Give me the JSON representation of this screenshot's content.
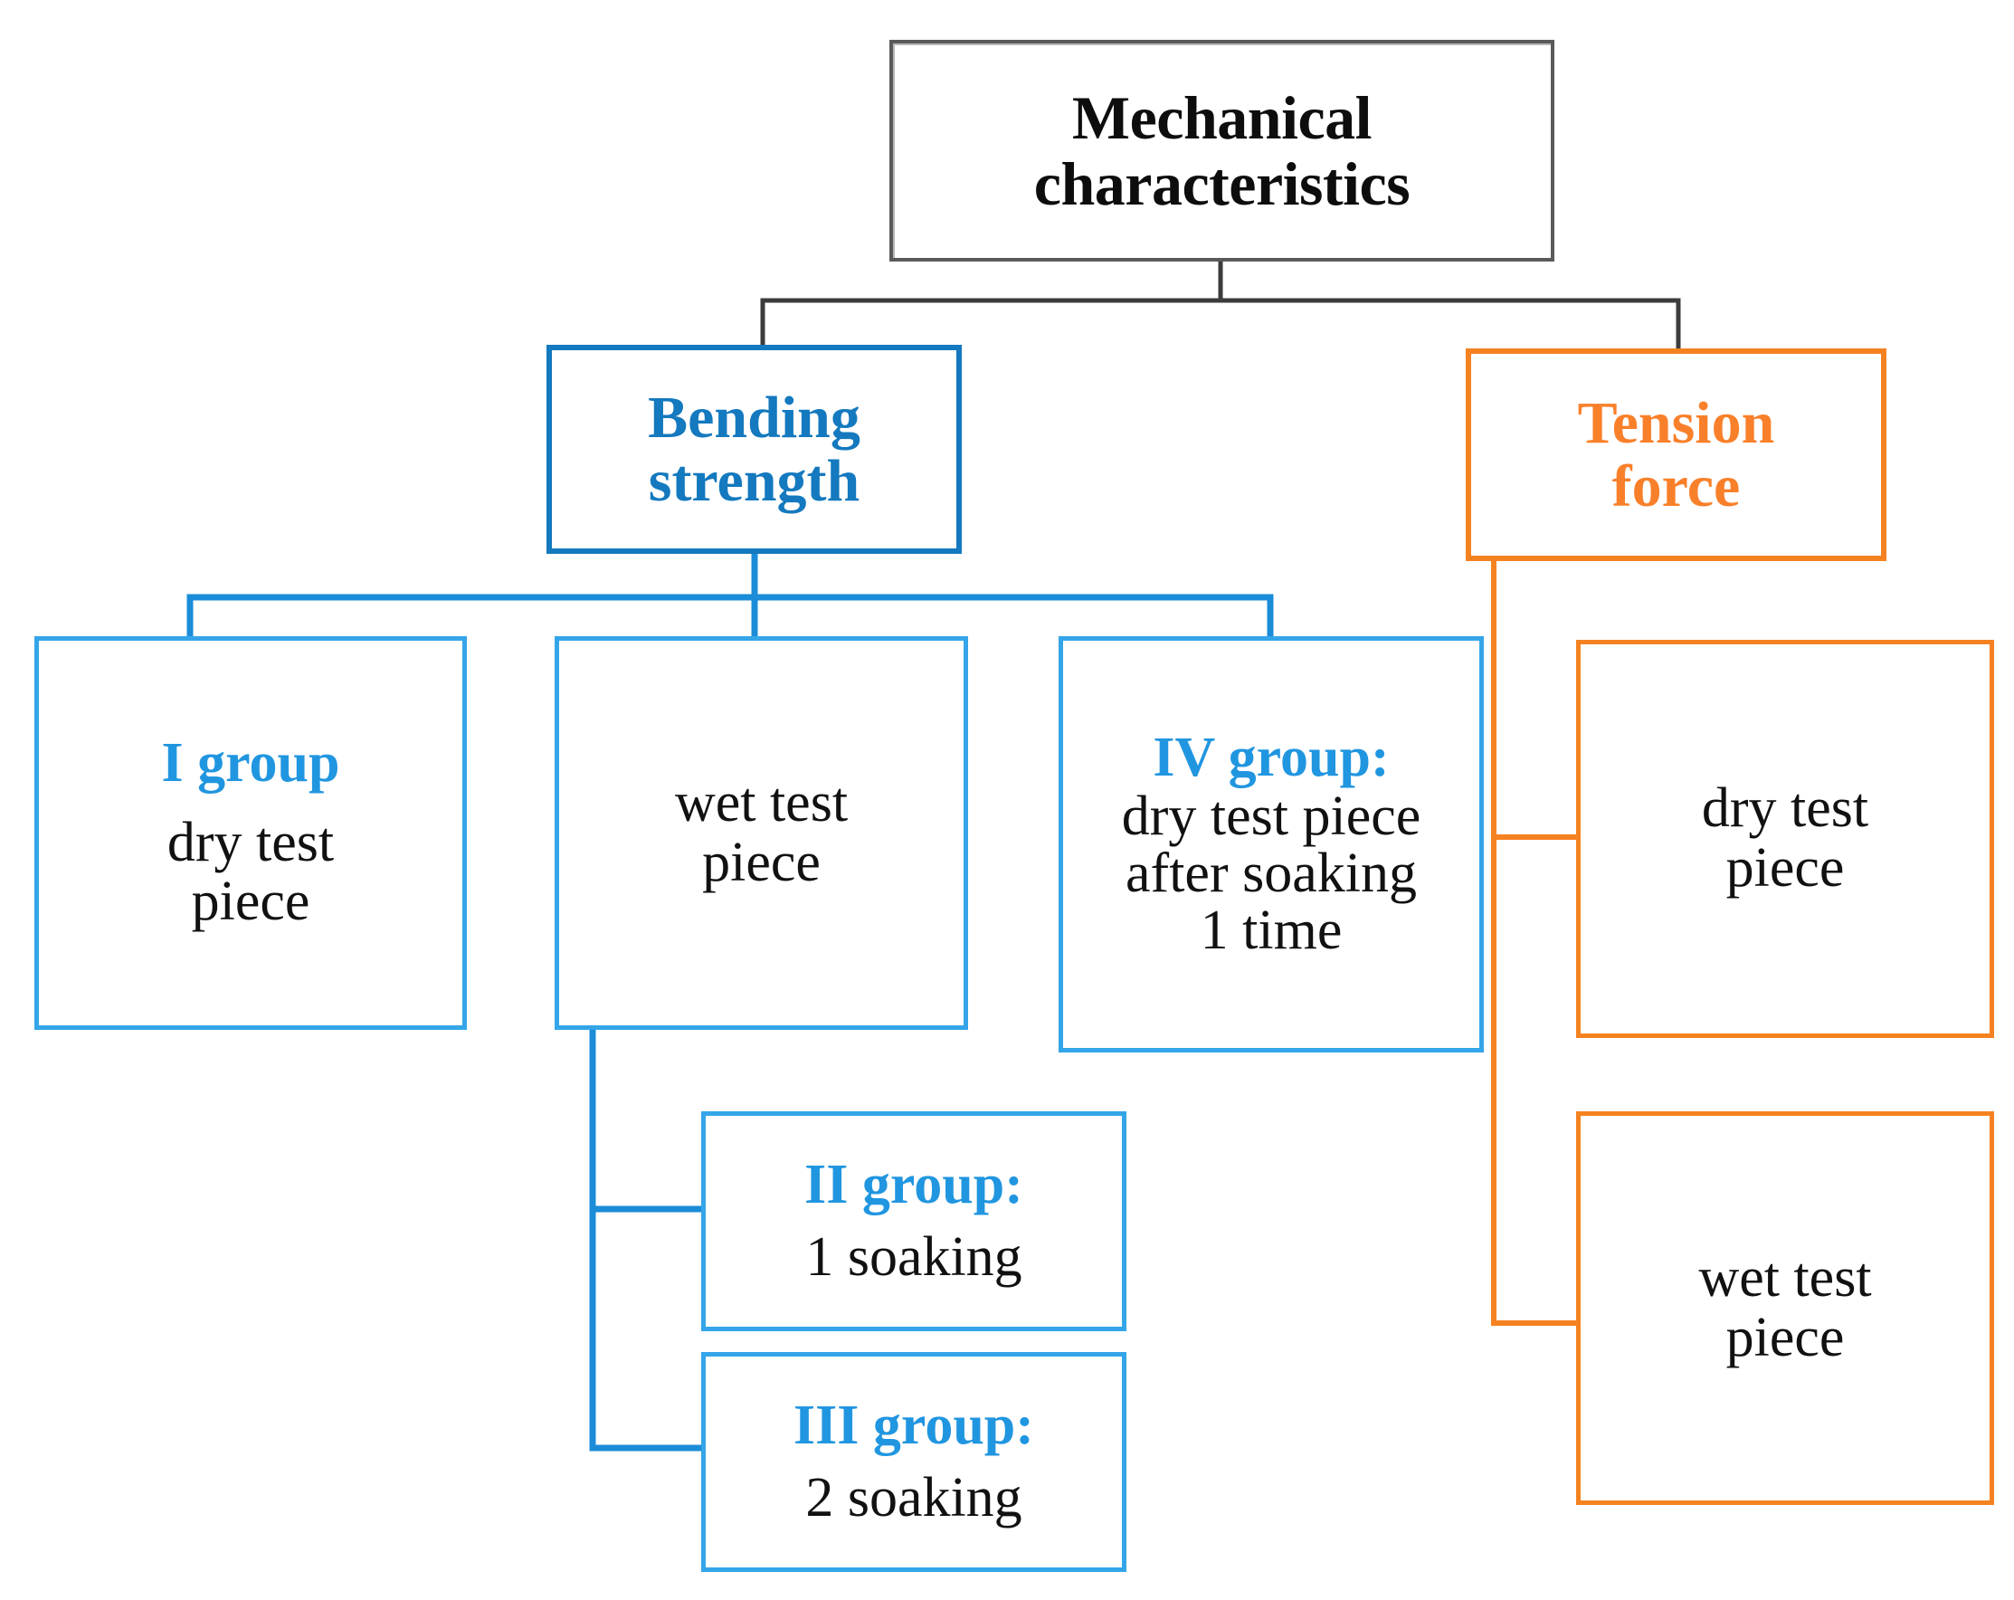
{
  "diagram": {
    "type": "tree",
    "title": "Mechanical characteristics test groups",
    "colors": {
      "root_border": "#5a5a5a",
      "root_text": "#0d0d0d",
      "blue_border": "#1479BE",
      "blue_border_light": "#34A5E8",
      "blue_text": "#1479BE",
      "blue_text_light": "#2196E0",
      "orange_border": "#F58220",
      "orange_text": "#F9802A",
      "body_text": "#111111",
      "background": "#FFFFFF"
    }
  },
  "root": {
    "label": "Mechanical characteristics",
    "line1": "Mechanical",
    "line2": "characteristics"
  },
  "branches": {
    "bending": {
      "heading_line1": "Bending",
      "heading_line2": "strength",
      "heading": "Bending strength",
      "children": {
        "group_i": {
          "heading": "I group",
          "body_line1": "dry test",
          "body_line2": "piece",
          "body": "dry test piece"
        },
        "wet": {
          "body_line1": "wet test",
          "body_line2": "piece",
          "body": "wet test piece",
          "children": {
            "group_ii": {
              "heading": "II group:",
              "body": "1 soaking"
            },
            "group_iii": {
              "heading": "III group:",
              "body": "2 soaking"
            }
          }
        },
        "group_iv": {
          "heading": "IV group:",
          "body_line1": "dry test piece",
          "body_line2": "after soaking",
          "body_line3": "1 time",
          "body": "dry test piece after soaking 1 time"
        }
      }
    },
    "tension": {
      "heading_line1": "Tension",
      "heading_line2": "force",
      "heading": "Tension force",
      "children": {
        "dry": {
          "body_line1": "dry test",
          "body_line2": "piece",
          "body": "dry test piece"
        },
        "wet": {
          "body_line1": "wet test",
          "body_line2": "piece",
          "body": "wet test piece"
        }
      }
    }
  }
}
